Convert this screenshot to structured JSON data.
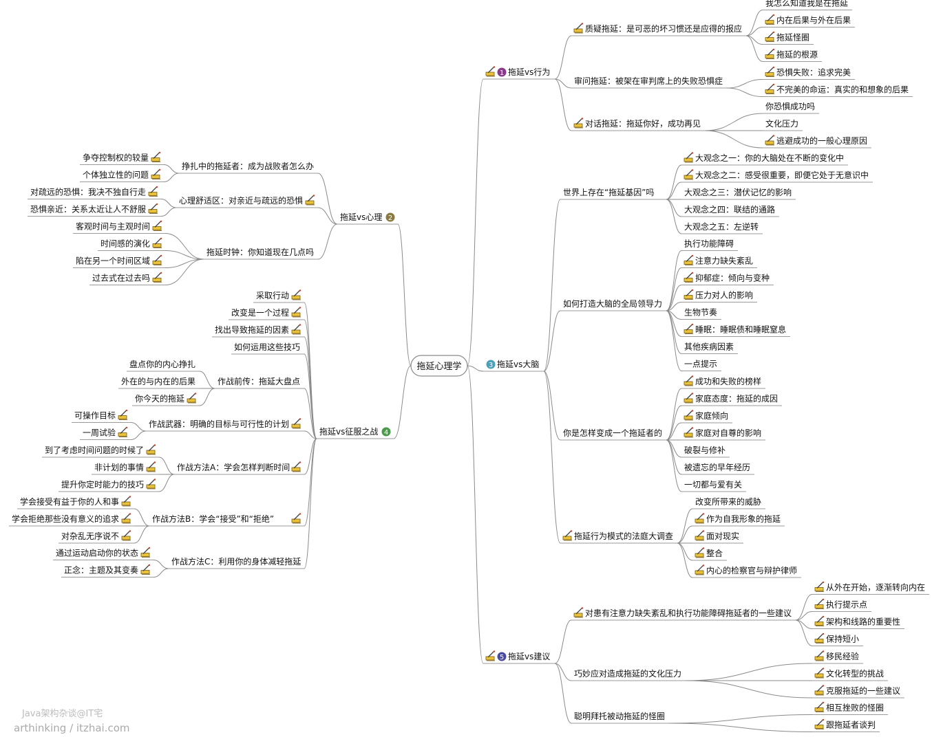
{
  "root": "拖延心理学",
  "watermark": {
    "line1": "Java架构杂谈@IT宅",
    "line2": "arthinking / itzhai.com"
  },
  "branches": [
    {
      "label": "拖延vs行为",
      "num": "1",
      "numColor": "#8a3a8a",
      "icon": true,
      "children": [
        {
          "label": "质疑拖延：是可恶的坏习惯还是应得的报应",
          "icon": true,
          "children": [
            {
              "label": "我怎么知道我是在拖延"
            },
            {
              "label": "内在后果与外在后果",
              "icon": true
            },
            {
              "label": "拖延怪圈",
              "icon": true
            },
            {
              "label": "拖延的根源",
              "icon": true
            }
          ]
        },
        {
          "label": "审问拖延：被架在审判席上的失败恐惧症",
          "children": [
            {
              "label": "恐惧失败：追求完美",
              "icon": true
            },
            {
              "label": "不完美的命运：真实的和想象的后果",
              "icon": true
            }
          ]
        },
        {
          "label": "对话拖延：拖延你好，成功再见",
          "icon": true,
          "children": [
            {
              "label": "你恐惧成功吗"
            },
            {
              "label": "文化压力"
            },
            {
              "label": "逃避成功的一般心理原因",
              "icon": true
            }
          ]
        }
      ]
    },
    {
      "label": "拖延vs大脑",
      "num": "3",
      "numColor": "#4aa0b8",
      "children": [
        {
          "label": "世界上存在“拖延基因”吗",
          "children": [
            {
              "label": "大观念之一：你的大脑处在不断的变化中",
              "icon": true
            },
            {
              "label": "大观念之二：感受很重要，即便它处于无意识中",
              "icon": true
            },
            {
              "label": "大观念之三：潜伏记忆的影响"
            },
            {
              "label": "大观念之四：联结的通路"
            },
            {
              "label": "大观念之五：左逆转"
            }
          ]
        },
        {
          "label": "如何打造大脑的全局领导力",
          "children": [
            {
              "label": "执行功能障碍"
            },
            {
              "label": "注意力缺失紊乱",
              "icon": true
            },
            {
              "label": "抑郁症：倾向与变种",
              "icon": true
            },
            {
              "label": "压力对人的影响",
              "icon": true
            },
            {
              "label": "生物节奏"
            },
            {
              "label": "睡眠：睡眠债和睡眠窒息",
              "icon": true
            },
            {
              "label": "其他疾病因素"
            },
            {
              "label": "一点提示"
            }
          ]
        },
        {
          "label": "你是怎样变成一个拖延者的",
          "children": [
            {
              "label": "成功和失败的榜样",
              "icon": true
            },
            {
              "label": "家庭态度：拖延的成因",
              "icon": true
            },
            {
              "label": "家庭倾向",
              "icon": true
            },
            {
              "label": "家庭对自尊的影响",
              "icon": true
            },
            {
              "label": "破裂与修补"
            },
            {
              "label": "被遗忘的早年经历"
            },
            {
              "label": "一切都与爱有关"
            }
          ]
        },
        {
          "label": "拖延行为模式的法庭大调查",
          "icon": true,
          "children": [
            {
              "label": "改变所带来的威胁"
            },
            {
              "label": "作为自我形象的拖延",
              "icon": true
            },
            {
              "label": "面对现实",
              "icon": true
            },
            {
              "label": "整合",
              "icon": true
            },
            {
              "label": "内心的检察官与辩护律师",
              "icon": true
            }
          ]
        }
      ]
    },
    {
      "label": "拖延vs建议",
      "num": "5",
      "numColor": "#4a4aa0",
      "icon": true,
      "children": [
        {
          "label": "对患有注意力缺失紊乱和执行功能障碍拖延者的一些建议",
          "icon": true,
          "children": [
            {
              "label": "从外在开始，逐渐转向内在",
              "icon": true
            },
            {
              "label": "执行提示点",
              "icon": true
            },
            {
              "label": "架构和线路的重要性",
              "icon": true
            },
            {
              "label": "保持短小",
              "icon": true
            }
          ]
        },
        {
          "label": "巧妙应对造成拖延的文化压力",
          "children": [
            {
              "label": "移民经验",
              "icon": true
            },
            {
              "label": "文化转型的挑战",
              "icon": true
            },
            {
              "label": "克服拖延的一些建议",
              "icon": true
            }
          ]
        },
        {
          "label": "聪明拜托被动拖延的怪圈",
          "children": [
            {
              "label": "相互挫败的怪圈",
              "icon": true
            },
            {
              "label": "跟拖延者谈判",
              "icon": true
            }
          ]
        }
      ]
    },
    {
      "label": "拖延vs心理",
      "num": "2",
      "numColor": "#8a7a40",
      "children": [
        {
          "label": "挣扎中的拖延者：成为战败者怎么办",
          "children": [
            {
              "label": "争夺控制权的较量",
              "icon": true
            },
            {
              "label": "个体独立性的问题",
              "icon": true
            }
          ]
        },
        {
          "label": "心理舒适区：对亲近与疏远的恐惧",
          "icon": true,
          "children": [
            {
              "label": "对疏远的恐惧：我决不独自行走",
              "icon": true
            },
            {
              "label": "恐惧亲近：关系太近让人不舒服",
              "icon": true
            }
          ]
        },
        {
          "label": "拖延时钟：你知道现在几点吗",
          "children": [
            {
              "label": "客观时间与主观时间",
              "icon": true
            },
            {
              "label": "时间感的演化",
              "icon": true
            },
            {
              "label": "陷在另一个时间区域",
              "icon": true
            },
            {
              "label": "过去式在过去吗",
              "icon": true
            }
          ]
        }
      ]
    },
    {
      "label": "拖延vs征服之战",
      "num": "4",
      "numColor": "#4a9a4a",
      "children": [
        {
          "label": "采取行动",
          "icon": true
        },
        {
          "label": "改变是一个过程",
          "icon": true
        },
        {
          "label": "找出导致拖延的因素",
          "icon": true
        },
        {
          "label": "如何运用这些技巧"
        },
        {
          "label": "作战前传：拖延大盘点",
          "children": [
            {
              "label": "盘点你的内心挣扎"
            },
            {
              "label": "外在的与内在的后果"
            },
            {
              "label": "你今天的拖延",
              "icon": true
            }
          ]
        },
        {
          "label": "作战武器：明确的目标与可行性的计划",
          "icon": true,
          "children": [
            {
              "label": "可操作目标",
              "icon": true
            },
            {
              "label": "一周试验",
              "icon": true
            }
          ]
        },
        {
          "label": "作战方法A：学会怎样判断时间",
          "icon": true,
          "children": [
            {
              "label": "到了考虑时间问题的时候了",
              "icon": true
            },
            {
              "label": "非计划的事情",
              "icon": true
            },
            {
              "label": "提升你定时能力的技巧",
              "icon": true
            }
          ]
        },
        {
          "label": "作战方法B：学会“接受”和“拒绝”",
          "icon": true,
          "children": [
            {
              "label": "学会接受有益于你的人和事",
              "icon": true
            },
            {
              "label": "学会拒绝那些没有意义的追求",
              "icon": true
            },
            {
              "label": "对杂乱无序说不",
              "icon": true
            }
          ]
        },
        {
          "label": "作战方法C：利用你的身体减轻拖延",
          "children": [
            {
              "label": "通过运动启动你的状态",
              "icon": true
            },
            {
              "label": "正念：主题及其变奏",
              "icon": true
            }
          ]
        }
      ]
    }
  ]
}
